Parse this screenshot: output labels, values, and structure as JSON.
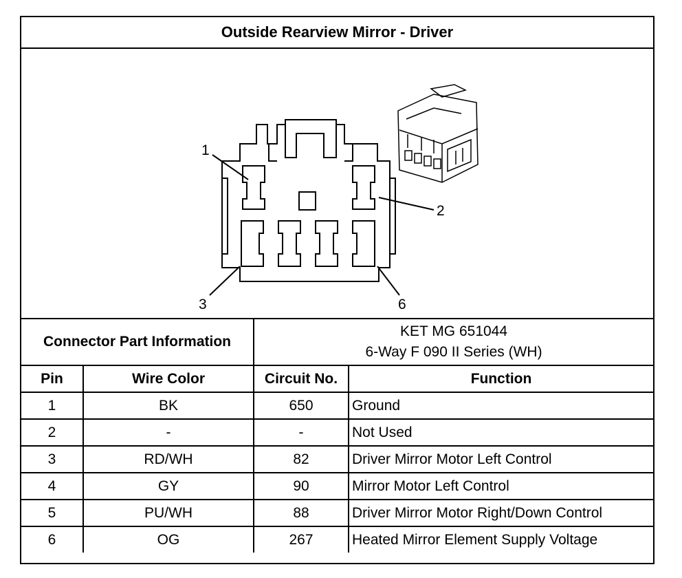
{
  "title": "Outside Rearview Mirror - Driver",
  "callouts": [
    "1",
    "2",
    "3",
    "6"
  ],
  "connector_part_information": {
    "label": "Connector Part Information",
    "line1": "KET MG 651044",
    "line2": "6-Way F 090 II Series (WH)"
  },
  "columns": [
    "Pin",
    "Wire Color",
    "Circuit No.",
    "Function"
  ],
  "rows": [
    {
      "pin": "1",
      "wire": "BK",
      "circuit": "650",
      "function": "Ground"
    },
    {
      "pin": "2",
      "wire": "-",
      "circuit": "-",
      "function": "Not Used"
    },
    {
      "pin": "3",
      "wire": "RD/WH",
      "circuit": "82",
      "function": "Driver Mirror Motor Left Control"
    },
    {
      "pin": "4",
      "wire": "GY",
      "circuit": "90",
      "function": "Mirror Motor Left Control"
    },
    {
      "pin": "5",
      "wire": "PU/WH",
      "circuit": "88",
      "function": "Driver Mirror Motor Right/Down Control"
    },
    {
      "pin": "6",
      "wire": "OG",
      "circuit": "267",
      "function": "Heated Mirror Element Supply Voltage"
    }
  ]
}
